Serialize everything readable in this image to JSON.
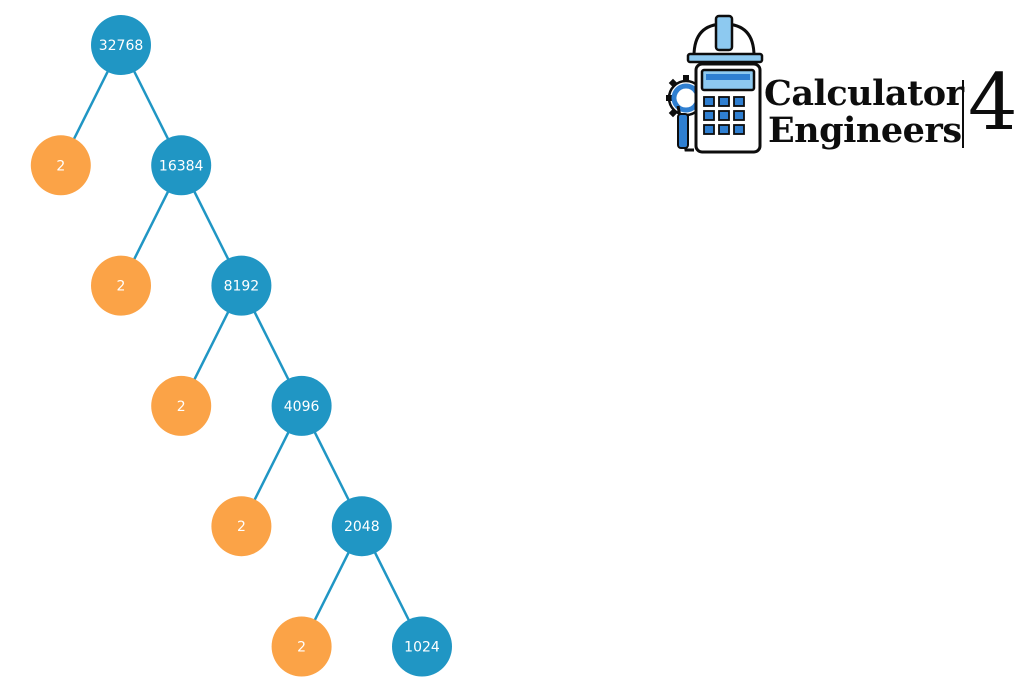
{
  "colors": {
    "composite_node": "#2096c4",
    "prime_node": "#fba347",
    "edge": "#2096c4",
    "label": "#ffffff",
    "logo_blue": "#2f7fd1",
    "logo_light_blue": "#8dc9f0",
    "logo_dark": "#0d0d0d"
  },
  "tree": {
    "nodes": [
      {
        "id": "n32768",
        "label": "32768",
        "kind": "composite",
        "depth": 0,
        "slot": 0
      },
      {
        "id": "p1",
        "label": "2",
        "kind": "prime",
        "depth": 1,
        "slot": -1
      },
      {
        "id": "n16384",
        "label": "16384",
        "kind": "composite",
        "depth": 1,
        "slot": 1
      },
      {
        "id": "p2",
        "label": "2",
        "kind": "prime",
        "depth": 2,
        "slot": 0
      },
      {
        "id": "n8192",
        "label": "8192",
        "kind": "composite",
        "depth": 2,
        "slot": 2
      },
      {
        "id": "p3",
        "label": "2",
        "kind": "prime",
        "depth": 3,
        "slot": 1
      },
      {
        "id": "n4096",
        "label": "4096",
        "kind": "composite",
        "depth": 3,
        "slot": 3
      },
      {
        "id": "p4",
        "label": "2",
        "kind": "prime",
        "depth": 4,
        "slot": 2
      },
      {
        "id": "n2048",
        "label": "2048",
        "kind": "composite",
        "depth": 4,
        "slot": 4
      },
      {
        "id": "p5",
        "label": "2",
        "kind": "prime",
        "depth": 5,
        "slot": 3
      },
      {
        "id": "n1024",
        "label": "1024",
        "kind": "composite",
        "depth": 5,
        "slot": 5
      }
    ],
    "edges": [
      [
        "n32768",
        "p1"
      ],
      [
        "n32768",
        "n16384"
      ],
      [
        "n16384",
        "p2"
      ],
      [
        "n16384",
        "n8192"
      ],
      [
        "n8192",
        "p3"
      ],
      [
        "n8192",
        "n4096"
      ],
      [
        "n4096",
        "p4"
      ],
      [
        "n4096",
        "n2048"
      ],
      [
        "n2048",
        "p5"
      ],
      [
        "n2048",
        "n1024"
      ]
    ]
  },
  "logo": {
    "line1": "Calculator",
    "line2": "Engineers",
    "number": "4"
  }
}
